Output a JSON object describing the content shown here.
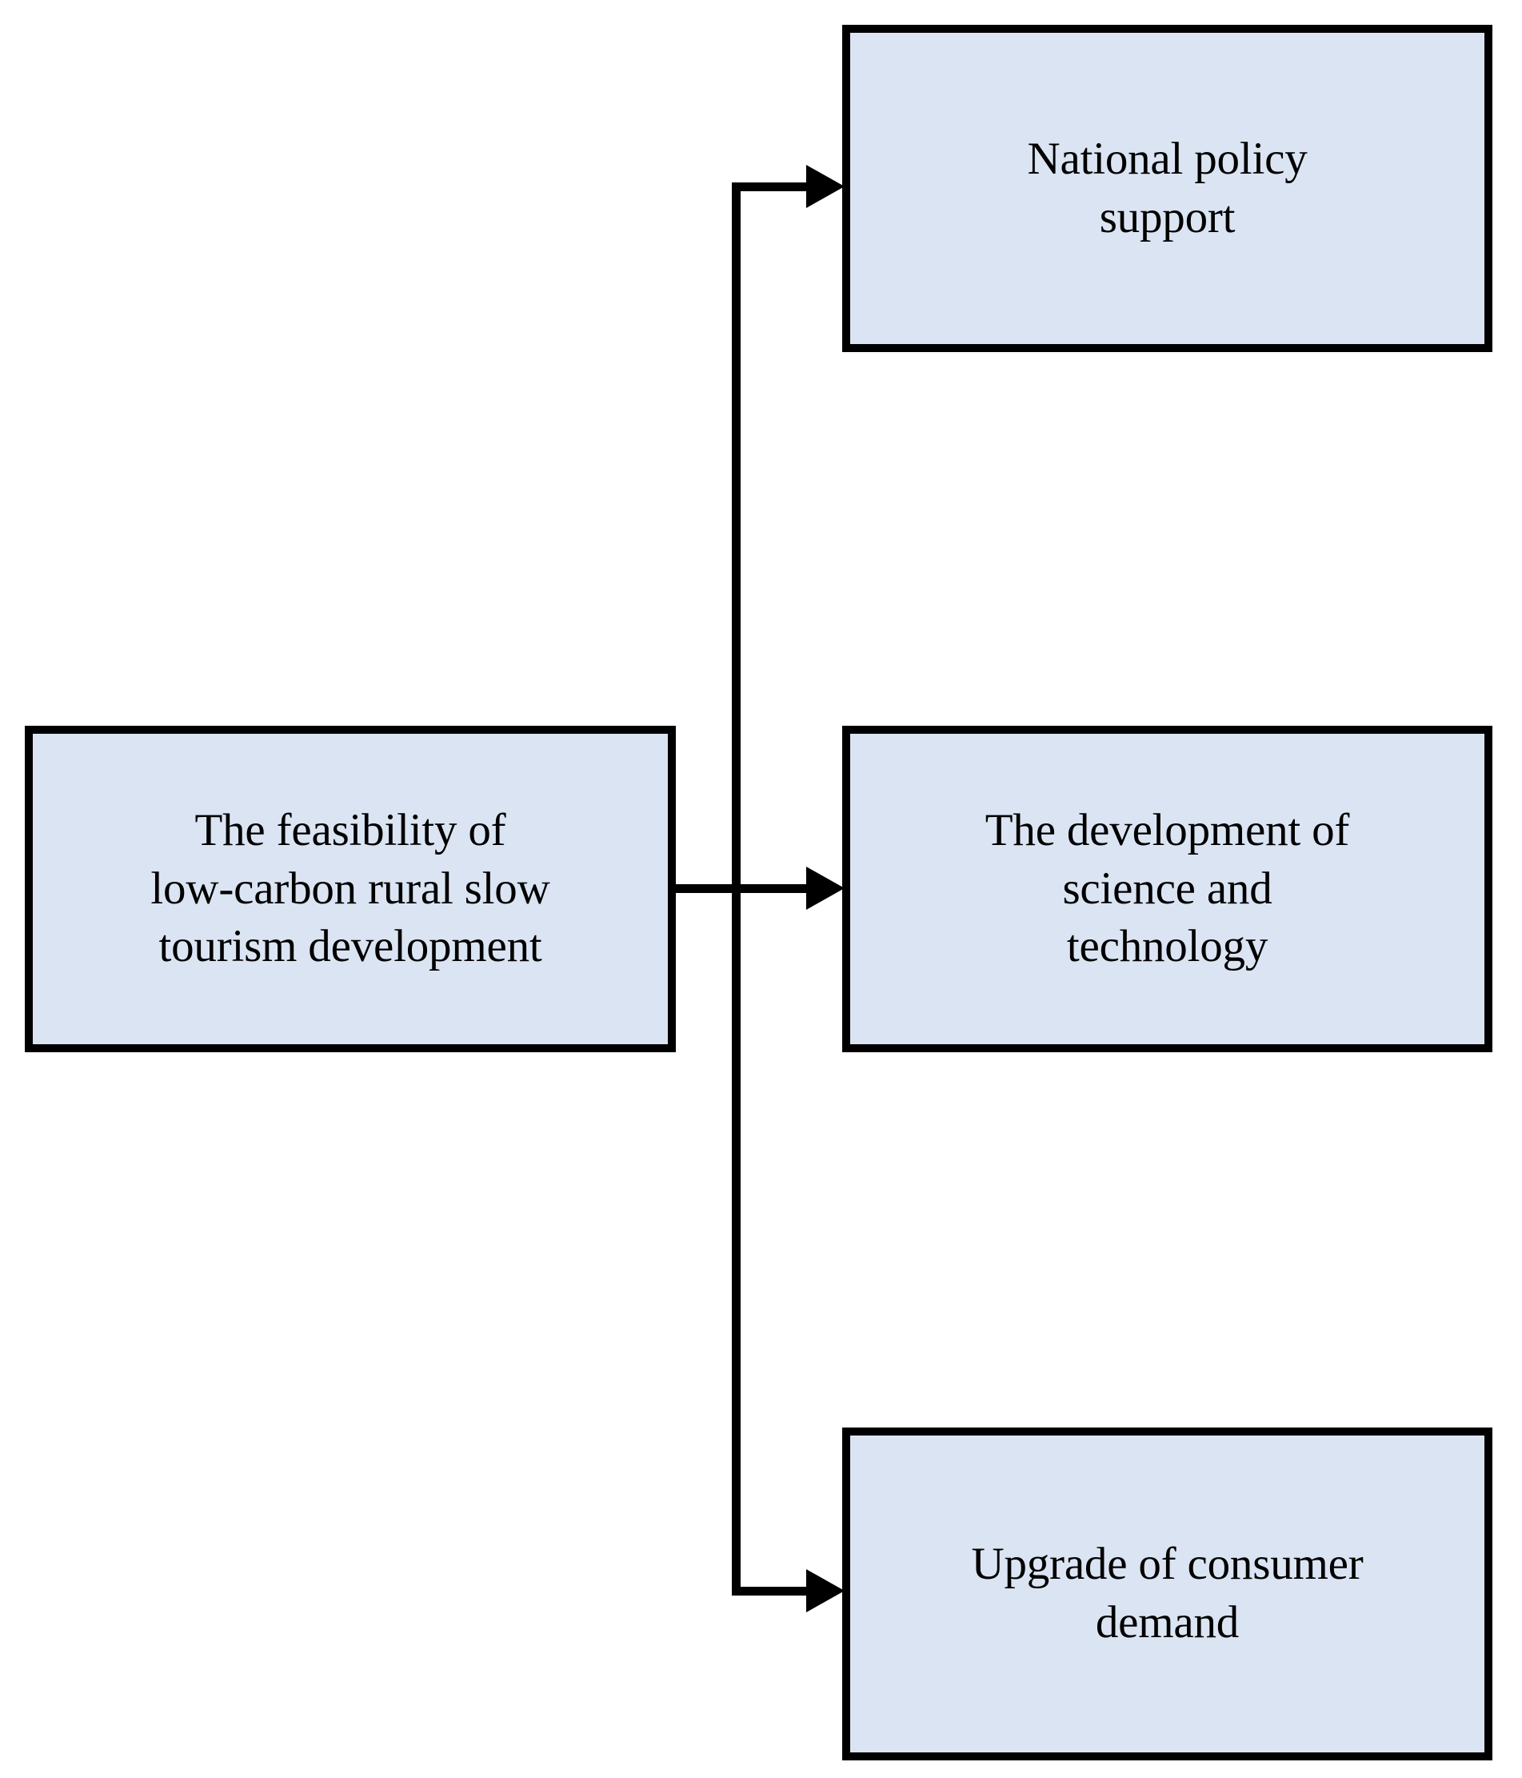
{
  "diagram": {
    "type": "flowchart",
    "orientation": "left-to-right",
    "background_color": "#ffffff",
    "node_fill_color": "#dbe4f2",
    "node_border_color": "#000000",
    "connector_color": "#000000",
    "nodes": [
      {
        "id": "source",
        "role": "source",
        "label": "The feasibility of\nlow-carbon rural slow\ntourism development",
        "lines": [
          "The feasibility of",
          "low-carbon rural slow",
          "tourism development"
        ]
      },
      {
        "id": "policy",
        "role": "target",
        "label": "National policy\nsupport",
        "lines": [
          "National policy",
          "support"
        ]
      },
      {
        "id": "tech",
        "role": "target",
        "label": "The development of\nscience and\ntechnology",
        "lines": [
          "The development of",
          "science and",
          "technology"
        ]
      },
      {
        "id": "demand",
        "role": "target",
        "label": "Upgrade of consumer\ndemand",
        "lines": [
          "Upgrade of consumer",
          "demand"
        ]
      }
    ],
    "edges": [
      {
        "id": "edge-policy",
        "from": "source",
        "to": "policy",
        "style": "orthogonal-arrow",
        "label": ""
      },
      {
        "id": "edge-tech",
        "from": "source",
        "to": "tech",
        "style": "orthogonal-arrow",
        "label": ""
      },
      {
        "id": "edge-demand",
        "from": "source",
        "to": "demand",
        "style": "orthogonal-arrow",
        "label": ""
      }
    ]
  }
}
